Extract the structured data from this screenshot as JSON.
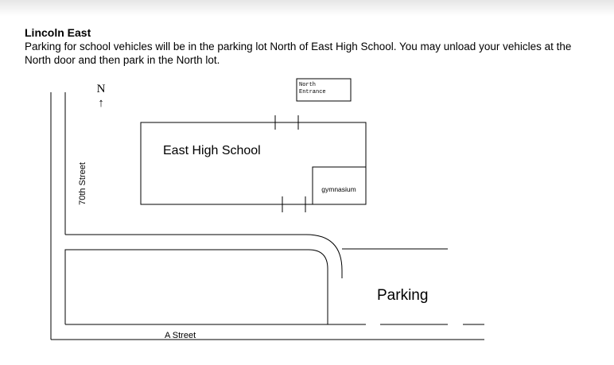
{
  "header": {
    "title": "Lincoln East",
    "description": "Parking for school vehicles will be in the parking lot North of East High School. You may unload your vehicles at the North door and then park in the North lot."
  },
  "map": {
    "north_letter": "N",
    "north_arrow": "↑",
    "north_entrance_line1": "North",
    "north_entrance_line2": "Entrance",
    "school_label": "East High School",
    "gym_label": "gymnasium",
    "street_70th": "70th Street",
    "parking_label": "Parking",
    "street_a": "A Street"
  }
}
